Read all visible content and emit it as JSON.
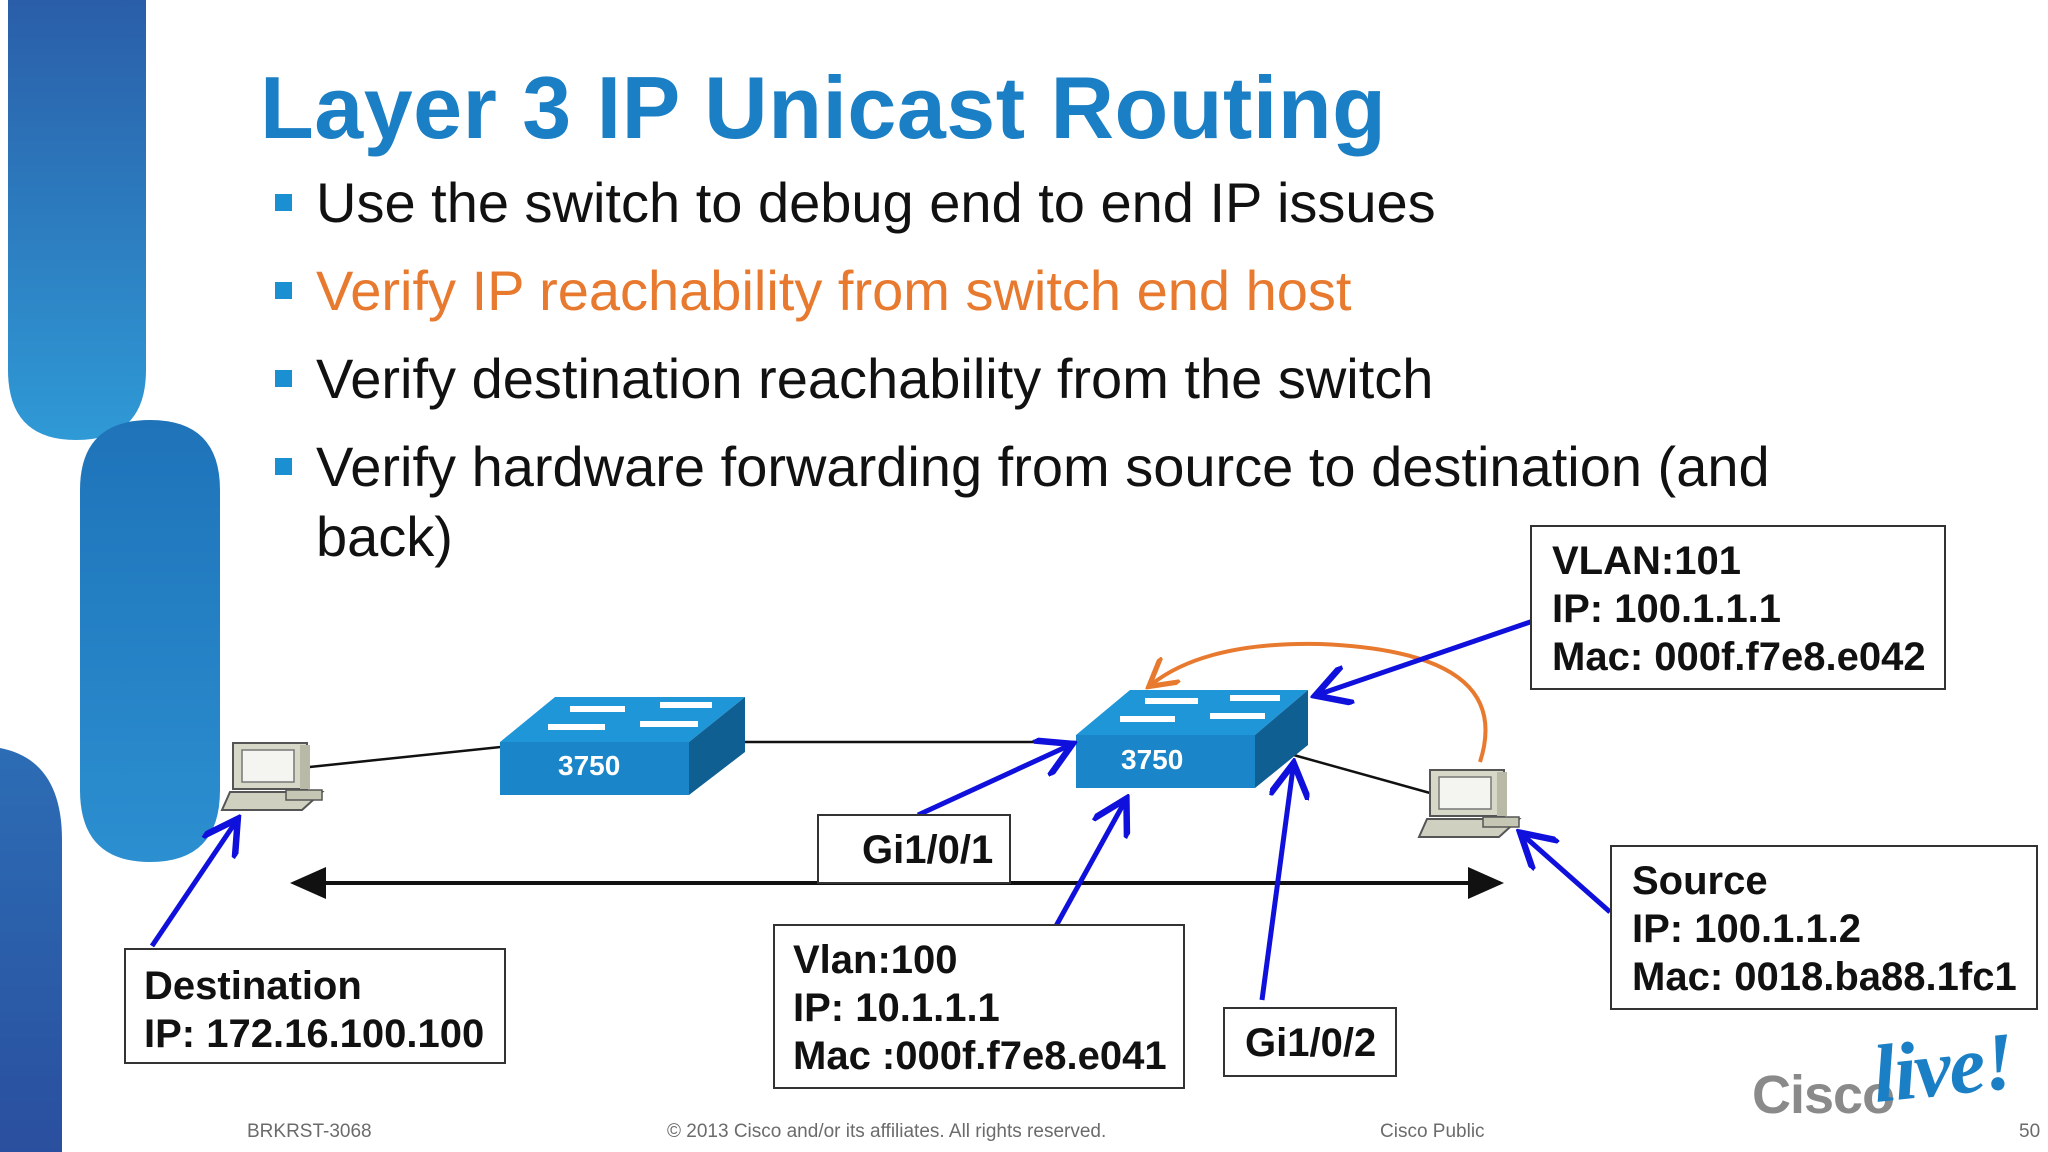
{
  "slide": {
    "title": "Layer 3 IP Unicast Routing",
    "bullets": [
      {
        "text": "Use the switch to debug end to end IP issues",
        "highlight": false
      },
      {
        "text": "Verify IP reachability from switch end host",
        "highlight": true
      },
      {
        "text": "Verify destination reachability from the switch",
        "highlight": false
      },
      {
        "text": "Verify hardware forwarding from source to destination (and back)",
        "highlight": false
      }
    ]
  },
  "diagram": {
    "switch_left_label": "3750",
    "switch_right_label": "3750",
    "destination_box": {
      "line1": "Destination",
      "line2": "IP: 172.16.100.100"
    },
    "vlan100_box": {
      "line1": "Vlan:100",
      "line2": "IP: 10.1.1.1",
      "line3": "Mac :000f.f7e8.e041"
    },
    "vlan101_box": {
      "line1": "VLAN:101",
      "line2": "IP: 100.1.1.1",
      "line3": "Mac: 000f.f7e8.e042"
    },
    "source_box": {
      "line1": "Source",
      "line2": "IP: 100.1.1.2",
      "line3": "Mac: 0018.ba88.1fc1"
    },
    "port_gi101": "Gi1/0/1",
    "port_gi102": "Gi1/0/2"
  },
  "footer": {
    "code": "BRKRST-3068",
    "copyright": "© 2013 Cisco and/or its affiliates. All rights reserved.",
    "classification": "Cisco Public",
    "page": "50"
  },
  "logo": {
    "brand": "Cisco",
    "event": "live!"
  },
  "colors": {
    "title": "#1a7fc4",
    "highlight": "#e87a2f",
    "bullet_marker": "#1a8fd1",
    "arrows": "#1010dd",
    "loop_arrow": "#e87a2f",
    "switch": "#1a8fd1"
  }
}
